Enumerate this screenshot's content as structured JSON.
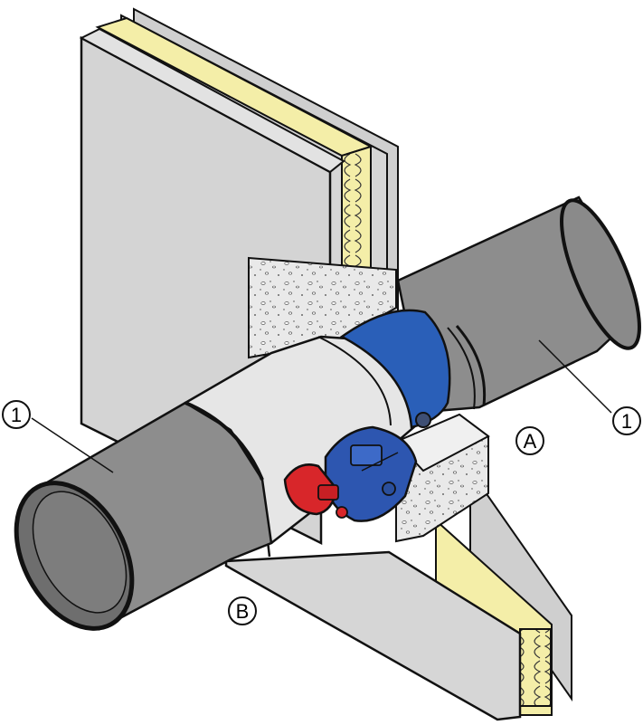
{
  "callouts": {
    "duct_left": "1",
    "duct_right": "1",
    "side_a": "A",
    "side_b": "B"
  },
  "colors": {
    "wall_board": "#d4d4d4",
    "insulation": "#f4eea8",
    "duct": "#8d8d8d",
    "damper_body": "#e6e6e6",
    "sleeve": "#2a5fb8",
    "actuator": "#2d56b0",
    "handle": "#d8262a",
    "mortar": "#e9e9e9"
  }
}
